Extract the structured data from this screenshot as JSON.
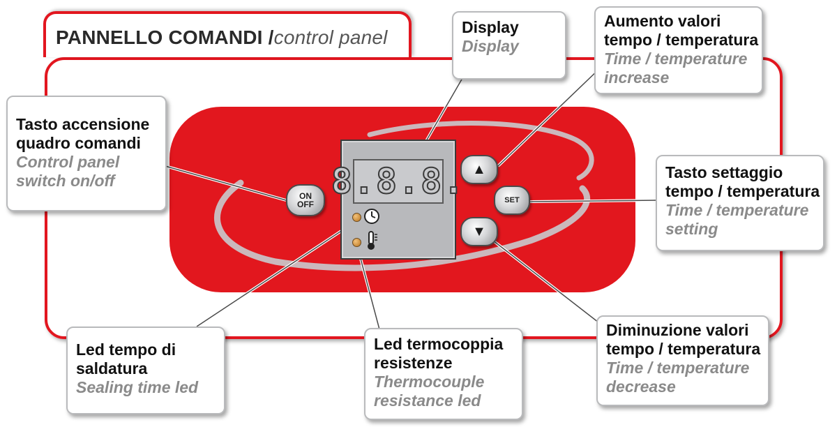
{
  "header": {
    "title_it": "PANNELLO COMANDI /",
    "title_en": "control panel"
  },
  "display": {
    "digits": "8.8.8."
  },
  "buttons": {
    "onoff_line1": "ON",
    "onoff_line2": "OFF",
    "set_label": "SET",
    "up_symbol": "▲",
    "down_symbol": "▼"
  },
  "icons": {
    "time": "clock-icon",
    "temperature": "thermometer-icon"
  },
  "callouts": {
    "display": {
      "it": "Display",
      "en": "Display"
    },
    "increase": {
      "it1": "Aumento valori",
      "it2": "tempo / temperatura",
      "en1": "Time / temperature",
      "en2": "increase"
    },
    "onoff": {
      "it1": "Tasto accensione",
      "it2": "quadro comandi",
      "en1": "Control panel",
      "en2": "switch on/off"
    },
    "set": {
      "it1": "Tasto settaggio",
      "it2": "tempo / temperatura",
      "en1": "Time / temperature",
      "en2": "setting"
    },
    "sealing_led": {
      "it1": "Led tempo di",
      "it2": "saldatura",
      "en1": "Sealing time led"
    },
    "thermo_led": {
      "it1": "Led termocoppia",
      "it2": "resistenze",
      "en1": "Thermocouple",
      "en2": "resistance led"
    },
    "decrease": {
      "it1": "Diminuzione valori",
      "it2": "tempo / temperatura",
      "en1": "Time / temperature",
      "en2": "decrease"
    }
  },
  "colors": {
    "brand_red": "#e2171e",
    "panel_grey": "#b8b9bc",
    "callout_border": "#b9babc",
    "english_text": "#8a8a8a"
  }
}
